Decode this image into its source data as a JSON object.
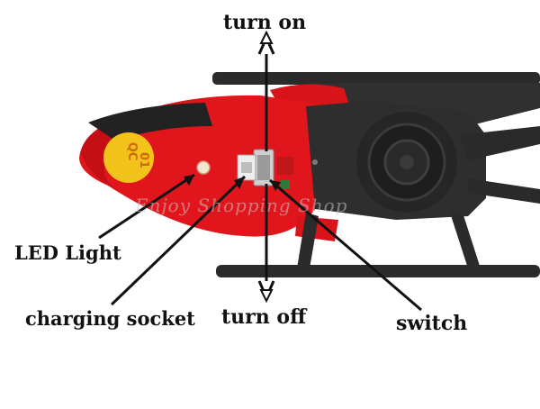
{
  "labels": {
    "turn_on": "turn on",
    "led_light": "LED Light",
    "charging_socket": "charging socket",
    "turn_off": "turn off",
    "switch": "switch"
  },
  "nose_badge": {
    "text_line1": "QC",
    "text_line2": "01"
  },
  "watermark": "Enjoy Shopping Shop",
  "colors": {
    "body_red": "#e0161c",
    "frame_dark": "#2b2b2b",
    "badge_yellow": "#f2c31a",
    "label_text": "#111111"
  }
}
